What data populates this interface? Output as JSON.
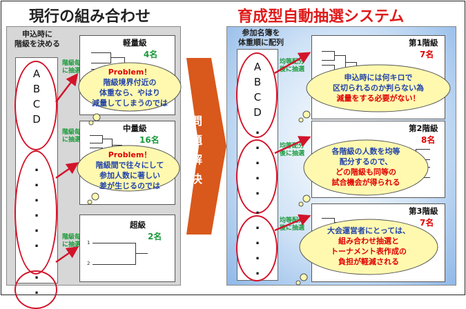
{
  "left": {
    "title": "現行の組み合わせ",
    "column_label": [
      "申込時に",
      "階級を決める"
    ],
    "letters": [
      "A",
      "B",
      "C",
      "D"
    ],
    "tag": [
      "階級毎",
      "に抽選"
    ],
    "boxes": [
      {
        "name": "軽量級",
        "count": "4名"
      },
      {
        "name": "中量級",
        "count": "16名"
      },
      {
        "name": "超級",
        "count": "2名"
      }
    ],
    "bracket_numbers": [
      "1",
      "2"
    ],
    "clouds": [
      {
        "heading": "Problem！",
        "lines": [
          "階級境界付近の",
          "体重なら、やはり",
          "減量してしまうのでは"
        ]
      },
      {
        "heading": "Problem！",
        "lines": [
          "階級間で往々にして",
          "参加人数に著しい",
          "差が生じるのでは"
        ]
      }
    ]
  },
  "arrow": {
    "chars": [
      "問",
      "題",
      "解",
      "決"
    ]
  },
  "right": {
    "title": "育成型自動抽選システム",
    "column_label": [
      "参加名簿を",
      "体重順に配列"
    ],
    "letters": [
      "A",
      "B",
      "C",
      "D"
    ],
    "tag": [
      "均等配分",
      "後に抽選"
    ],
    "boxes": [
      {
        "name": "第1階級",
        "count": "7名"
      },
      {
        "name": "第2階級",
        "count": "8名"
      },
      {
        "name": "第3階級",
        "count": "7名"
      }
    ],
    "clouds": [
      {
        "lines": [
          "申込時には何キロで",
          "区切られるのか判らない為",
          "減量をする必要がない！"
        ],
        "red_from": 2
      },
      {
        "lines": [
          "各階級の人数を均等",
          "配分するので、",
          "どの階級も同等の",
          "試合機会が得られる"
        ],
        "red_from": 2
      },
      {
        "lines": [
          "大会運営者にとっては、",
          "組み合わせ抽選と",
          "トーナメント表作成の",
          "負担が軽減される"
        ],
        "red_from": 1
      }
    ]
  },
  "colors": {
    "title_left": "#222222",
    "title_right": "#e01a1a",
    "accent_red": "#d2142a",
    "green": "#1a9a3a",
    "arrow": "#d9581c",
    "cloud": "#fff9b0"
  }
}
